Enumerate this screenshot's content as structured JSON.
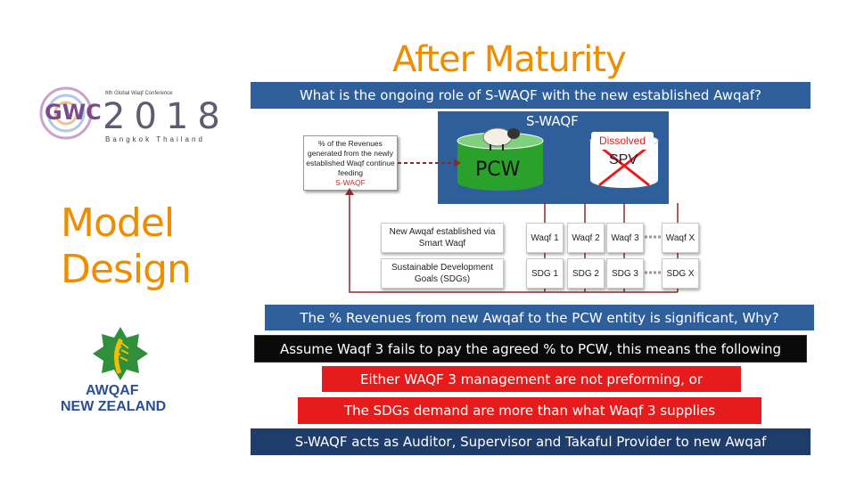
{
  "title": "After Maturity",
  "question_bar": "What is the ongoing role of S-WAQF with the new established Awqaf?",
  "swaqf_label": "S-WAQF",
  "pcw_label": "PCW",
  "dissolved_label": "Dissolved",
  "spv_label": "SPV",
  "note_text": "% of the Revenues generated from the newly established Waqf continue feeding",
  "note_highlight": "S-WAQF",
  "left_logo": {
    "top_line": "6th Global Waqf Conference",
    "year": "2018",
    "city": "Bangkok Thailand",
    "mark": "GWC"
  },
  "model_title_1": "Model",
  "model_title_2": "Design",
  "awqaf_logo": {
    "line1": "AWQAF",
    "line2": "NEW ZEALAND"
  },
  "rows": [
    {
      "label": "New Awqaf established via Smart Waqf",
      "cells": [
        "Waqf 1",
        "Waqf 2",
        "Waqf 3",
        "Waqf X"
      ]
    },
    {
      "label": "Sustainable Development Goals (SDGs)",
      "cells": [
        "SDG 1",
        "SDG 2",
        "SDG 3",
        "SDG X"
      ]
    }
  ],
  "bars": {
    "significant": "The % Revenues from new Awqaf to the PCW entity is significant, Why?",
    "assume": "Assume Waqf 3 fails to pay the agreed % to PCW, this means the following",
    "either": "Either WAQF 3 management are not preforming, or",
    "sdgs": "The SDGs demand are more than what Waqf 3 supplies",
    "auditor": "S-WAQF acts as Auditor, Supervisor and Takaful Provider to new Awqaf"
  },
  "colors": {
    "orange": "#f08c00",
    "blue": "#2e5f9a",
    "red": "#e61c1c",
    "green": "#2aa12a",
    "navy": "#1f3d6b"
  }
}
